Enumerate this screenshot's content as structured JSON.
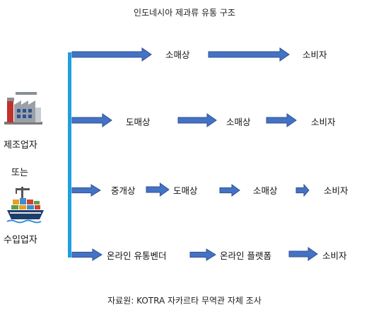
{
  "title": "인도네시아 제과류 유통 구조",
  "source": "자료원: KOTRA 자카르타 무역관 자체 조사",
  "left": {
    "manufacturer": "제조업자",
    "or": "또는",
    "importer": "수입업자",
    "manufacturer_icon": "factory-icon",
    "importer_icon": "cargo-ship-icon"
  },
  "rows": [
    {
      "nodes": [
        "소매상",
        "소비자"
      ]
    },
    {
      "nodes": [
        "도매상",
        "소매상",
        "소비자"
      ]
    },
    {
      "nodes": [
        "중개상",
        "도매상",
        "소매상",
        "소비자"
      ]
    },
    {
      "nodes": [
        "온라인 유통벤더",
        "온라인 플랫폼",
        "소비자"
      ]
    }
  ],
  "colors": {
    "arrow": "#4472c4",
    "arrow_border": "#2f528f",
    "bar": "#1ea0e0"
  }
}
